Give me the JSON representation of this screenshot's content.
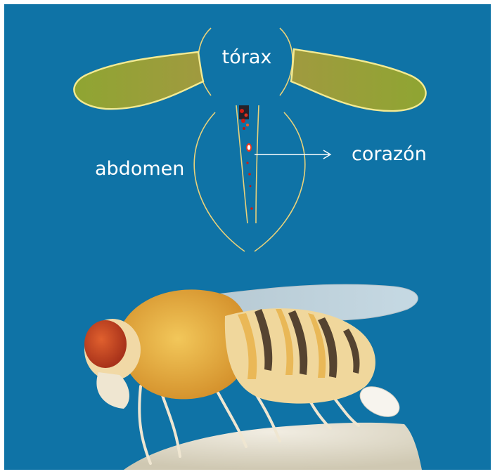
{
  "diagram": {
    "labels": {
      "thorax": "tórax",
      "abdomen": "abdomen",
      "heart": "corazón"
    }
  },
  "colors": {
    "background": "#0f73a6",
    "frame": "#ffffff",
    "outline": "#e9d27a",
    "wing_fill": "#8fa532",
    "heart_tube": "#ffffff",
    "heart_spots": "#d11c12",
    "label_text": "#ffffff",
    "fly_body": "#e3a63a",
    "fly_eye": "#c8431d",
    "fly_stripes": "#3b2a1e",
    "leaf": "#e8e3d4"
  }
}
